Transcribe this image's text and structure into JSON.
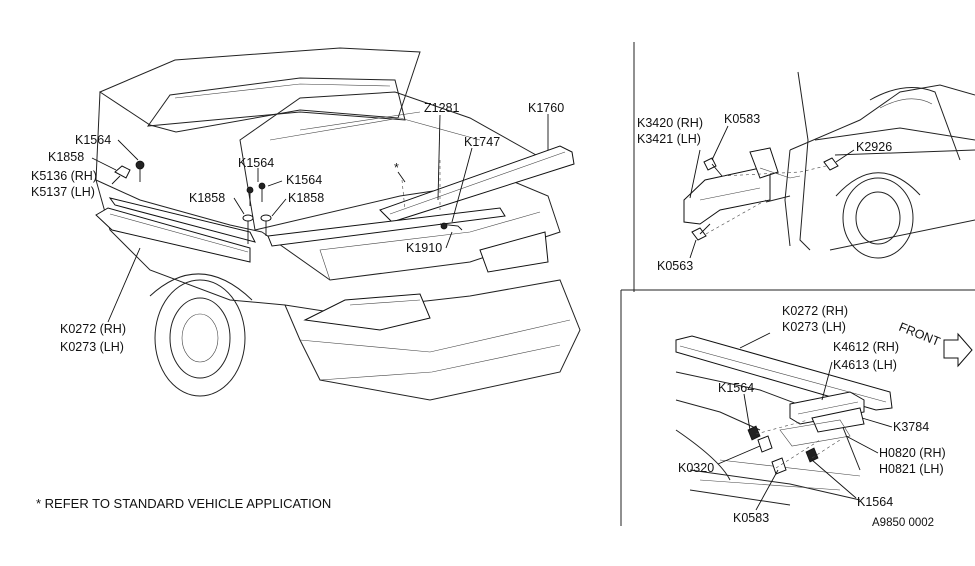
{
  "main": {
    "callouts": {
      "k1564_a": "K1564",
      "k1858_a": "K1858",
      "k5136": "K5136 (RH)",
      "k5137": "K5137 (LH)",
      "k1564_b": "K1564",
      "k1564_c": "K1564",
      "k1858_b": "K1858",
      "k1858_c": "K1858",
      "z1281": "Z1281",
      "k1760": "K1760",
      "k1747": "K1747",
      "k1910": "K1910",
      "k0272": "K0272 (RH)",
      "k0273": "K0273 (LH)",
      "asterisk": "*"
    },
    "note": "*  REFER TO STANDARD VEHICLE APPLICATION"
  },
  "top_right": {
    "callouts": {
      "k3420": "K3420 (RH)",
      "k3421": "K3421 (LH)",
      "k0583": "K0583",
      "k2926": "K2926",
      "k0563": "K0563"
    }
  },
  "bottom_right": {
    "callouts": {
      "k0272": "K0272 (RH)",
      "k0273": "K0273 (LH)",
      "front": "FRONT",
      "k4612": "K4612 (RH)",
      "k4613": "K4613 (LH)",
      "k1564_a": "K1564",
      "k3784": "K3784",
      "h0820": "H0820 (RH)",
      "h0821": "H0821 (LH)",
      "k0320": "K0320",
      "k1564_b": "K1564",
      "k0583": "K0583"
    },
    "diagram_code": "A9850  0002"
  }
}
